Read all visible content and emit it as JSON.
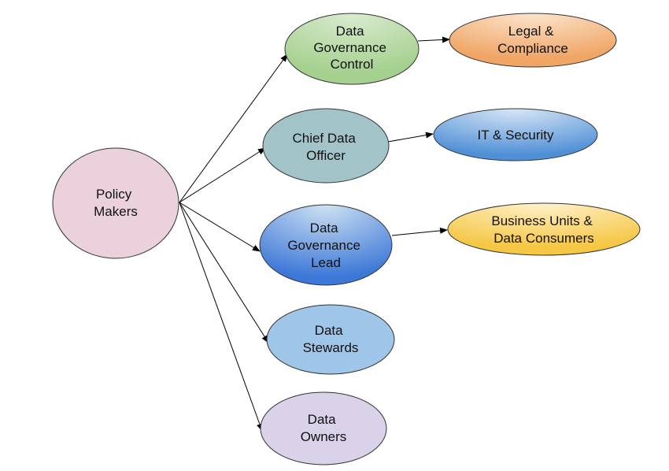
{
  "nodes": {
    "policy_makers": {
      "lines": [
        "Policy",
        "Makers"
      ],
      "fill": "#ead1dc",
      "gradient": false
    },
    "data_governance_control": {
      "lines": [
        "Data",
        "Governance",
        "Control"
      ],
      "fill": "#a5d08f",
      "fill_light": "#d9ecd0",
      "gradient": true
    },
    "chief_data_officer": {
      "lines": [
        "Chief Data",
        "Officer"
      ],
      "fill": "#a2c4c9",
      "gradient": false
    },
    "data_governance_lead": {
      "lines": [
        "Data",
        "Governance",
        "Lead"
      ],
      "fill": "#3d78d8",
      "fill_light": "#cfe2f3",
      "gradient": true
    },
    "data_stewards": {
      "lines": [
        "Data",
        "Stewards"
      ],
      "fill": "#9fc5e8",
      "gradient": false
    },
    "data_owners": {
      "lines": [
        "Data",
        "Owners"
      ],
      "fill": "#d9d2e9",
      "gradient": false
    },
    "legal_compliance": {
      "lines": [
        "Legal &",
        "Compliance"
      ],
      "fill": "#f0a565",
      "fill_light": "#fce5cd",
      "gradient": true
    },
    "it_security": {
      "lines": [
        "IT & Security"
      ],
      "fill": "#4f8fd6",
      "fill_light": "#d8e7f6",
      "gradient": true
    },
    "business_units": {
      "lines": [
        "Business Units &",
        "Data Consumers"
      ],
      "fill": "#f5c744",
      "fill_light": "#fff2cc",
      "gradient": true
    }
  },
  "edges": [
    {
      "from": "policy_makers",
      "to": "data_governance_control"
    },
    {
      "from": "policy_makers",
      "to": "chief_data_officer"
    },
    {
      "from": "policy_makers",
      "to": "data_governance_lead"
    },
    {
      "from": "policy_makers",
      "to": "data_stewards"
    },
    {
      "from": "policy_makers",
      "to": "data_owners"
    },
    {
      "from": "data_governance_control",
      "to": "legal_compliance"
    },
    {
      "from": "chief_data_officer",
      "to": "it_security"
    },
    {
      "from": "data_governance_lead",
      "to": "business_units"
    }
  ]
}
